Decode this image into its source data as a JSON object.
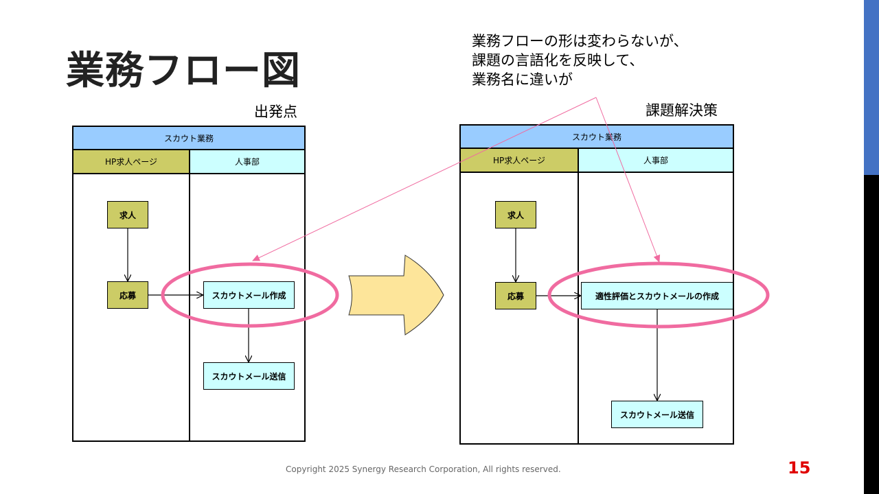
{
  "slide": {
    "title": "業務フロー図",
    "note_lines": [
      "業務フローの形は変わらないが、",
      "課題の言語化を反映して、",
      "業務名に違いが"
    ],
    "copyright": "Copyright 2025 Synergy Research Corporation, All rights reserved.",
    "page_number": "15"
  },
  "left": {
    "caption": "出発点",
    "header": "スカウト業務",
    "lane1": "HP求人ページ",
    "lane2": "人事部",
    "box_job": "求人",
    "box_apply": "応募",
    "box_create": "スカウトメール作成",
    "box_send": "スカウトメール送信"
  },
  "right": {
    "caption": "課題解決策",
    "header": "スカウト業務",
    "lane1": "HP求人ページ",
    "lane2": "人事部",
    "box_job": "求人",
    "box_apply": "応募",
    "box_create": "適性評価とスカウトメールの作成",
    "box_send": "スカウトメール送信"
  },
  "colors": {
    "header_bg": "#99ccff",
    "lane_hp": "#cccc66",
    "lane_hr": "#ccffff",
    "highlight_ellipse": "#f06ba0",
    "big_arrow": "#fde59a",
    "page_number": "#e00000",
    "side_bar_blue": "#4472c4"
  }
}
